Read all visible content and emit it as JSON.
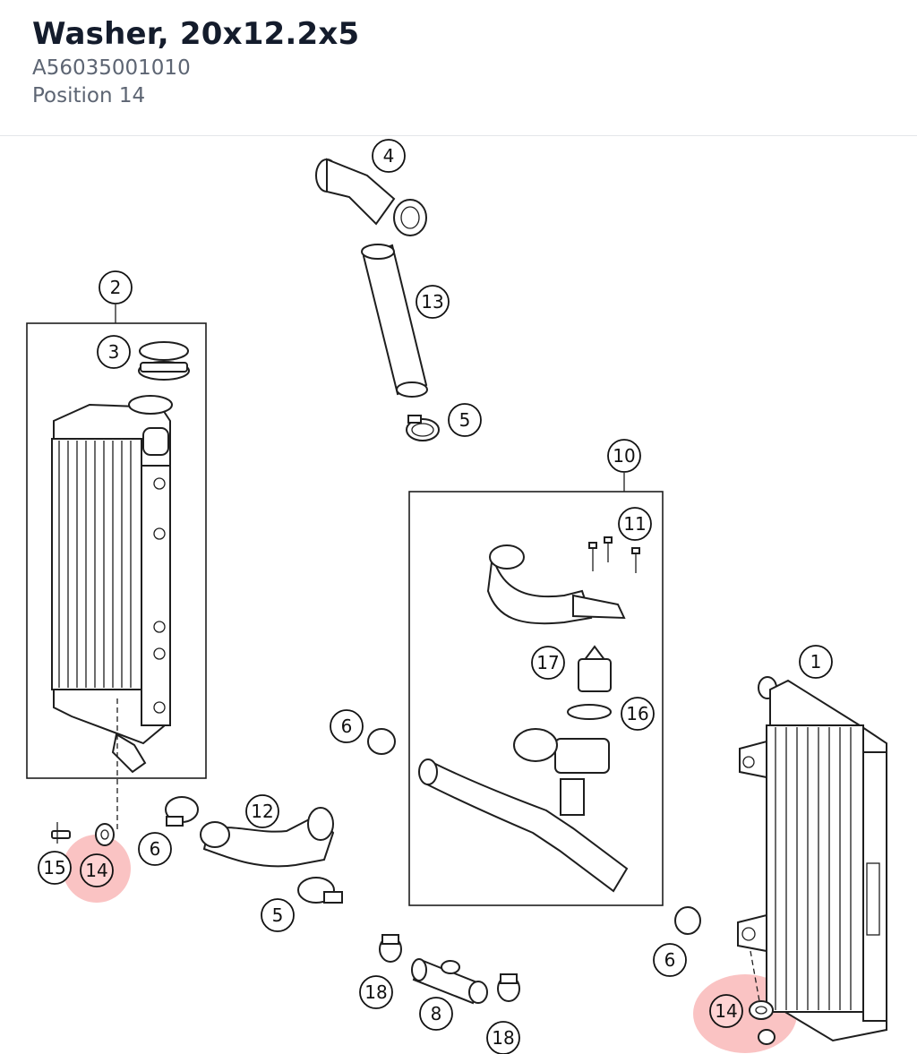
{
  "header": {
    "title": "Washer, 20x12.2x5",
    "part_number": "A56035001010",
    "position": "Position 14"
  },
  "diagram": {
    "highlight_color": "#ef4a4a",
    "highlighted_position": "14",
    "callouts": {
      "c1": "1",
      "c2": "2",
      "c3": "3",
      "c4": "4",
      "c5a": "5",
      "c5b": "5",
      "c6a": "6",
      "c6b": "6",
      "c6c": "6",
      "c8": "8",
      "c10": "10",
      "c11": "11",
      "c12": "12",
      "c13": "13",
      "c14a": "14",
      "c14b": "14",
      "c15": "15",
      "c16": "16",
      "c17": "17",
      "c18a": "18",
      "c18b": "18"
    }
  }
}
